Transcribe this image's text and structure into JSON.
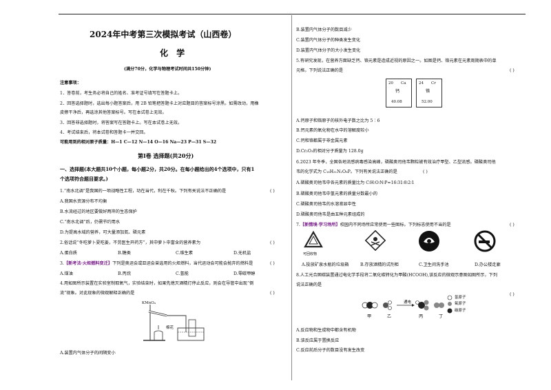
{
  "header": {
    "title": "2024年中考第三次模拟考试（山西卷）",
    "subject": "化 学",
    "meta": "(满分70分，化学与物理考试时间共150分钟)"
  },
  "notes": {
    "heading": "注意事项：",
    "items": [
      "1．答卷前，考生务必将自己的姓名、准考证号填写在答题卡上。",
      "2．回答选择题时，选出每小题答案后，用 2B 铅笔把答题卡上对应题目的答案标号涂黑。如需改动，用橡",
      "皮擦干净后，再选涂其他答案标号。写在本试卷上无效。",
      "3．回答非选择题时，将答案写在答题卡上。写在本试卷上无效。",
      "4．考试结束后，将本试卷和答题卡一并交回。"
    ],
    "atomic_masses": "可能用到的相对原子质量：H—1   C—12   N—14   O—16   Na—23   P—31   S—32"
  },
  "section": {
    "title": "第Ⅰ卷  选择题(共20分)",
    "intro_1": "一、选择题(本大题共10个小题，每小题2分，共20分。在每小题给出的4个选项中，只有1",
    "intro_2": "个选项符合题目要求。)"
  },
  "q1": {
    "stem": "1.“南水北调”是我国的一项战略性工程，功在当代，利在千秋。下列有关说法不正确的是",
    "paren": "(        )",
    "options": [
      "A.我国水资源分布不均衡",
      "B.水流经过的地区要做好两岸的生态保护",
      "C.“南水北调”后，仍需节约用水",
      "D.为提高水域的营养，可大量添加氮、磷元素"
    ]
  },
  "q2": {
    "stem": "2.俗话说“冬吃萝卜夏吃姜，不劳医生开药方”，其中萝卜中富含的营养素为",
    "paren": "(        )",
    "options": [
      "A.蛋白质",
      "B.糖类",
      "C.维生素",
      "D.无机盐"
    ]
  },
  "q3": {
    "tag": "【新考法·火炬燃料变迁】",
    "stem": "下列是奥运会或亚运会曾选用的火炬燃料，当代运动会可能会抛弃的燃料是",
    "paren": "(        )",
    "options": [
      "A.煤油",
      "B.丙烷",
      "C.氢能",
      "D.零碳甲醇"
    ]
  },
  "q4": {
    "stem_1": "4.用如图所示装置在实验室制取氧气，实验结束时，如果先熄灭酒精灯停止反应，则会在导管中出现“倒",
    "stem_2": "流”现象。对此现象的微观解释正确的是",
    "paren": "(        )",
    "figure_labels": {
      "reagent": "KMnO₄",
      "cotton": "棉花"
    },
    "options": [
      "A.装置内气体分子的间隔变小",
      "B.装置内气体分子的数目减少",
      "C.装置内气体分子的种类发生变化",
      "D.装置内气体分子的大小发生变化"
    ]
  },
  "q5": {
    "stem_1": "5.有研究发现，在营养方面缺乏钙、铬元素是造成近视的原因之一。如图是钙、铬元素在元素周期表中的单",
    "stem_2": "元格，下列说法正确的是",
    "paren": "(        )",
    "cells": [
      {
        "number": "20",
        "symbol": "Ca",
        "name": "钙",
        "mass": "40.08"
      },
      {
        "number": "24",
        "symbol": "Cr",
        "name": "铬",
        "mass": "52.00"
      }
    ],
    "options": [
      "A.钙原子和铬原子的核外电子数之比为 5∶6",
      "B.钙元素的氧化物在水中的溶解度较小",
      "C.钙和铬都属于非金属元素",
      "D.Cr₂O₃的相对分子质量为 128.0g"
    ]
  },
  "q6": {
    "stem_1": "6.2023 年冬季，全国各地流感病毒感染高峰，磷酸奥司他韦颗粒被有效治疗甲型、乙型流感。磷酸奥司他",
    "stem_2": "韦的化学式为 C₁₆H₃₁N₂O₈P。下列有关说法正确的是",
    "paren": "(        )",
    "options": [
      "A.磷酸奥司他韦中各元素的质量比为 C∶H∶O∶N∶P=16∶31∶8∶2∶1",
      "B.磷酸奥司他韦中氢元素的质量分数最小的",
      "C.磷酸奥司他韦的水溶液显中性",
      "D.磷酸奥司他韦是由五种元素组成的"
    ]
  },
  "q7": {
    "num": "7.",
    "tag": "【新情境·学习场所】",
    "stem": "校园内不同场所应常使用一些图标。下列标志使用不当的是",
    "paren": "(        )",
    "icon_caption": "可回收物",
    "options": [
      "A.投放矿泉水瓶的垃圾箱",
      "B.存放酒精的试剂柜",
      "C.卫生间洗手池",
      "D.办公楼走廊"
    ]
  },
  "q8": {
    "stem_1": "8.人工光合固碳装置通过电化学手段将二氧化碳转化为甲酸(HCOOH),该反应的微观示意图如图所示，下列",
    "stem_2": "说法正确的是",
    "paren": "(        )",
    "figure": {
      "condition": "通电",
      "molecules": [
        "甲",
        "乙",
        "丙",
        "丁"
      ],
      "legend": [
        "氢原子",
        "氧原子",
        "碳原子"
      ]
    },
    "options": [
      "A.反应物和生成物中都含有机物",
      "B.该反应属于置换反应",
      "C.反应前后分子的数目没有发生改变"
    ]
  }
}
